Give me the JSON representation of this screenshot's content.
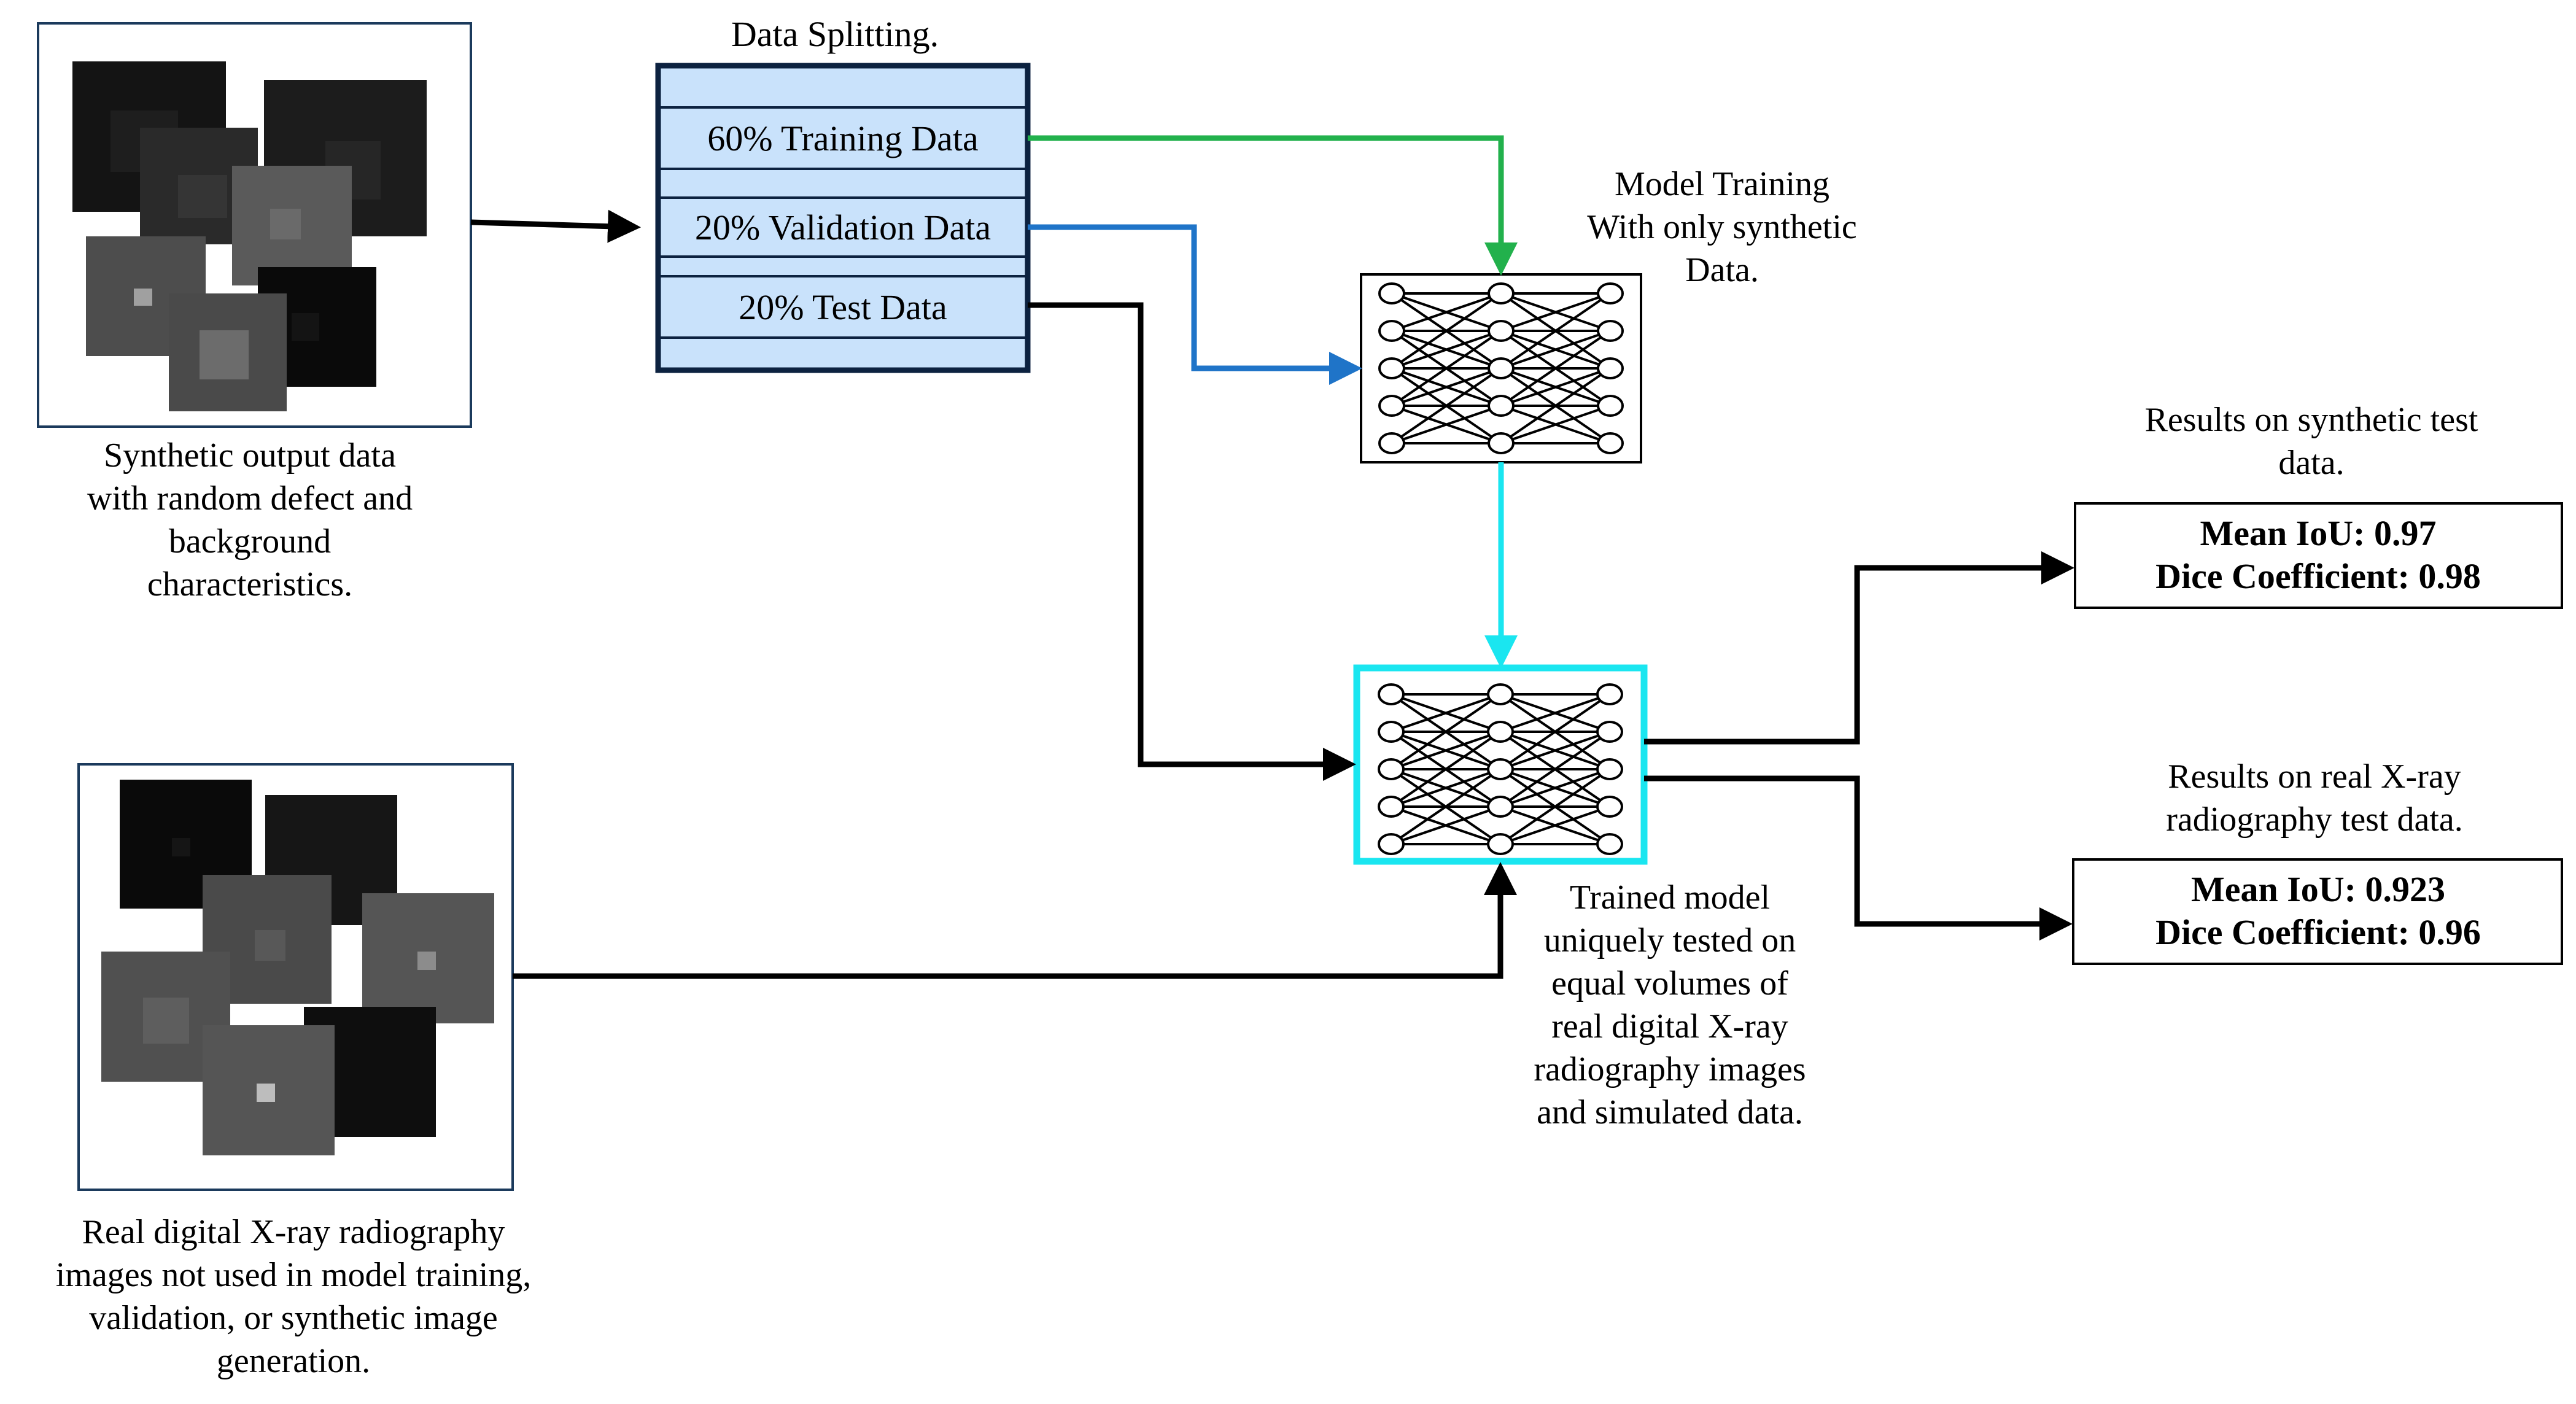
{
  "synthetic_panel": {
    "caption": [
      "Synthetic output data",
      "with random defect and",
      "background",
      "characteristics."
    ]
  },
  "data_splitting": {
    "title": "Data Splitting.",
    "items": [
      "60% Training Data",
      "20% Validation Data",
      "20% Test Data"
    ],
    "fill_color": "#c9e2fb",
    "border_color": "#0c2240"
  },
  "model_training": {
    "caption": [
      "Model Training",
      "With only synthetic",
      "Data."
    ]
  },
  "trained_model": {
    "caption": [
      "Trained model",
      "uniquely tested on",
      "equal volumes of",
      "real digital X-ray",
      "radiography images",
      "and simulated data."
    ],
    "border_color": "#1ae6f0"
  },
  "real_panel": {
    "caption": [
      "Real digital X-ray radiography",
      "images not used in model training,",
      "validation, or synthetic image",
      "generation."
    ]
  },
  "results_synthetic": {
    "heading": [
      "Results on synthetic test",
      "data."
    ],
    "lines": [
      "Mean IoU: 0.97",
      "Dice Coefficient: 0.98"
    ]
  },
  "results_real": {
    "heading": [
      "Results on real X-ray",
      "radiography test data."
    ],
    "lines": [
      "Mean IoU: 0.923",
      "Dice Coefficient: 0.96"
    ]
  },
  "arrow_colors": {
    "training": "#22b14c",
    "validation": "#1f74c8",
    "test": "#000000",
    "model": "#1ae6f0"
  }
}
